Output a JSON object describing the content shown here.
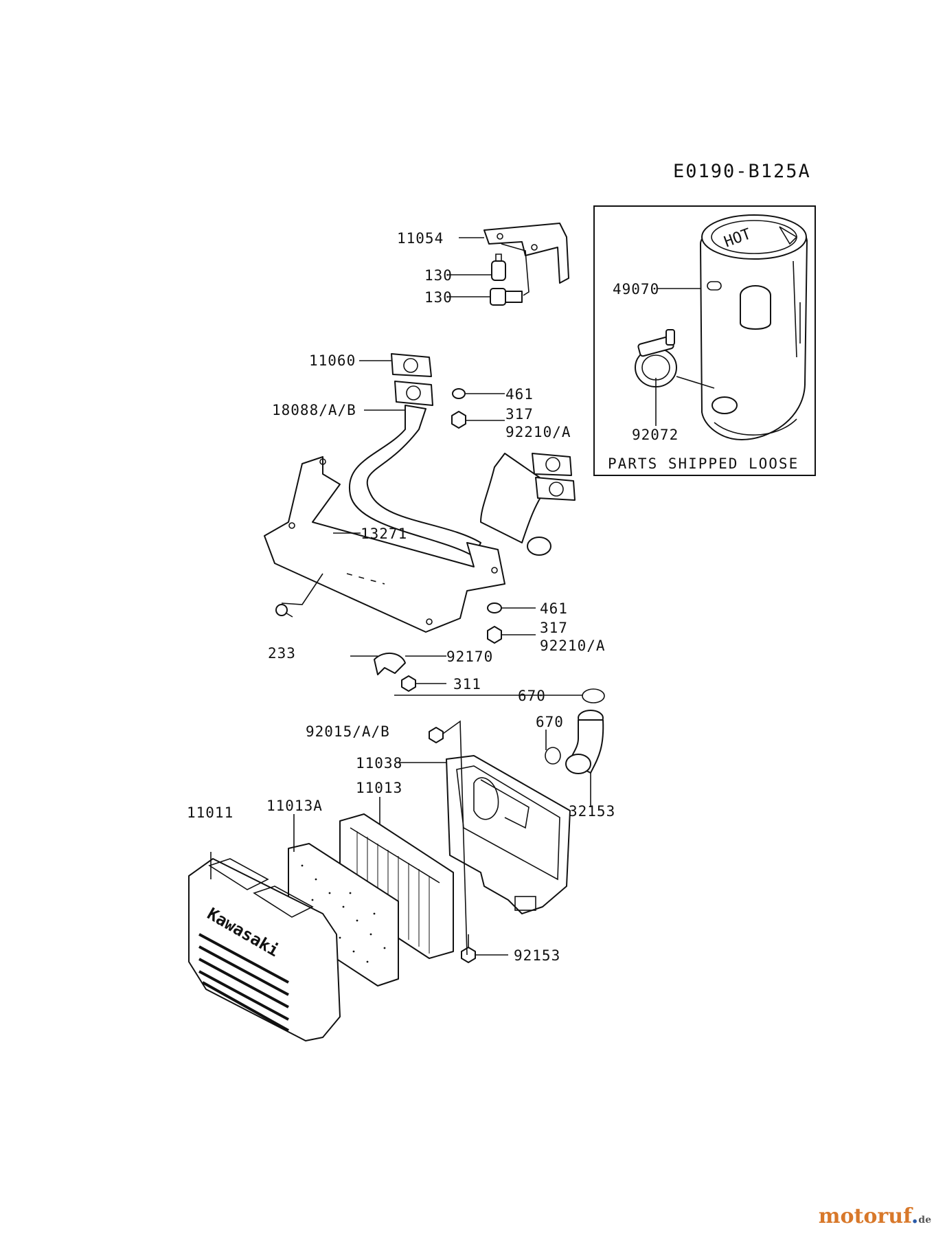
{
  "diagram_code": "E0190-B125A",
  "loose_box_caption": "PARTS SHIPPED LOOSE",
  "logo_text": "Kawasaki",
  "muffler_text": "HOT",
  "watermark": {
    "main": "motoruf",
    "dot_part": ".",
    "suffix": "de"
  },
  "labels": {
    "p11054": "11054",
    "p130a": "130",
    "p130b": "130",
    "p11060": "11060",
    "p18088": "18088/A/B",
    "p461a": "461",
    "p317a": "317",
    "p92210a": "92210/A",
    "p13271": "13271",
    "p233": "233",
    "p461b": "461",
    "p317b": "317",
    "p92210b": "92210/A",
    "p92170": "92170",
    "p311": "311",
    "p670a": "670",
    "p670b": "670",
    "p92015": "92015/A/B",
    "p11038": "11038",
    "p11013": "11013",
    "p11013a": "11013A",
    "p11011": "11011",
    "p32153": "32153",
    "p92153": "92153",
    "p49070": "49070",
    "p92072": "92072"
  }
}
